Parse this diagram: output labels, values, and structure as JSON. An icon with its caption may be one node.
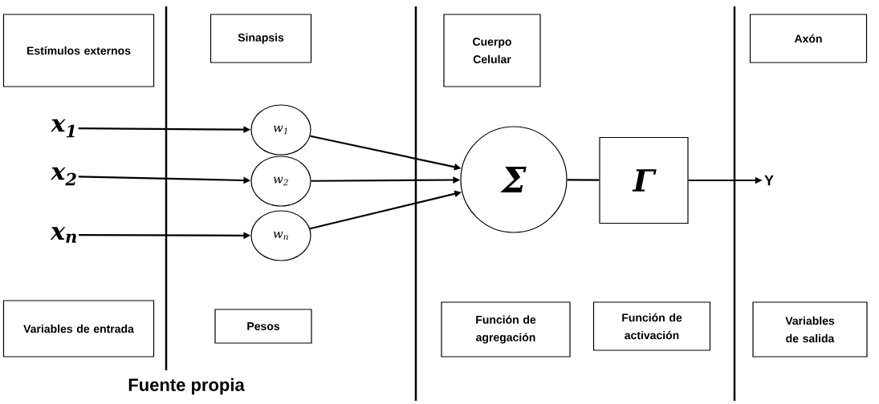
{
  "diagram": {
    "caption": "Fuente propia",
    "nodes": [
      {
        "text": [
          "Estímulos externos"
        ]
      },
      {
        "text": [
          "Sinapsis"
        ]
      },
      {
        "text": [
          "Cuerpo Celular"
        ]
      },
      {
        "text": [
          "Axón"
        ]
      },
      {
        "text": [
          "x$_{1}$"
        ]
      },
      {
        "text": [
          "x$_{2}$"
        ]
      },
      {
        "text": [
          "x$_{n}$"
        ]
      },
      {
        "text": [
          "w$_{1}$"
        ]
      },
      {
        "text": [
          "w$_{2}$"
        ]
      },
      {
        "text": [
          "w$_{n}$"
        ]
      },
      {
        "text": [
          "Σ"
        ]
      },
      {
        "text": [
          "Γ"
        ]
      },
      {
        "text": [
          "Y"
        ]
      },
      {
        "text": [
          "Variables de entrada"
        ]
      },
      {
        "text": [
          "Pesos"
        ]
      },
      {
        "text": [
          "Función de agregación"
        ]
      },
      {
        "text": [
          "Función de activación"
        ]
      },
      {
        "text": [
          "Variables de salida"
        ]
      }
    ],
    "edges": [
      {
        "from": 4,
        "to": 7,
        "arrow": "to"
      },
      {
        "from": 5,
        "to": 8,
        "arrow": "to"
      },
      {
        "from": 6,
        "to": 9,
        "arrow": "to"
      },
      {
        "from": 7,
        "to": 10,
        "arrow": "to"
      },
      {
        "from": 8,
        "to": 10,
        "arrow": "to"
      },
      {
        "from": 9,
        "to": 10,
        "arrow": "to"
      },
      {
        "from": 10,
        "to": 11,
        "arrow": "none"
      },
      {
        "from": 11,
        "to": 12,
        "arrow": "to"
      }
    ]
  }
}
